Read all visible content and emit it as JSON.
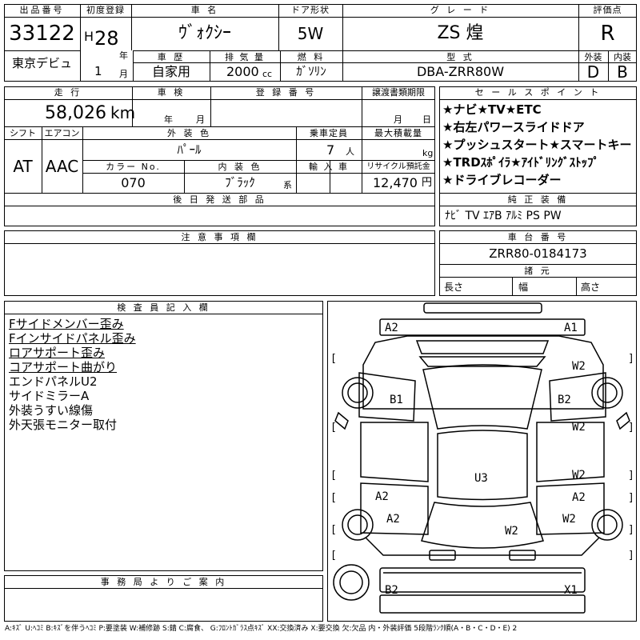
{
  "header": {
    "lot_number_label": "出品番号",
    "lot_number": "33122",
    "first_reg_label": "初度登録",
    "era": "H",
    "year": "28",
    "year_unit": "年",
    "month": "1",
    "month_unit": "月",
    "car_name_label": "車 名",
    "car_name": "ｳﾞｫｸｼｰ",
    "door_label": "ドア形状",
    "door": "5W",
    "grade_label": "グ レ ー ド",
    "grade": "ZS 煌",
    "score_label": "評価点",
    "score": "R",
    "debut": "東京デビュ",
    "history_label": "車 歴",
    "history": "自家用",
    "displacement_label": "排 気 量",
    "displacement": "2000",
    "displacement_unit": "cc",
    "fuel_label": "燃 料",
    "fuel": "ｶﾞｿﾘﾝ",
    "model_label": "型 式",
    "model": "DBA-ZRR80W",
    "exterior_grade_label": "外装",
    "exterior_grade": "D",
    "interior_grade_label": "内装",
    "interior_grade": "B"
  },
  "details": {
    "mileage_label": "走 行",
    "mileage": "58,026",
    "mileage_unit": "km",
    "inspection_label": "車 検",
    "inspection_year_unit": "年",
    "inspection_month_unit": "月",
    "reg_no_label": "登 録 番 号",
    "transfer_label": "譲渡書類期限",
    "transfer_month_unit": "月",
    "transfer_day_unit": "日",
    "shift_label": "シフト",
    "shift": "AT",
    "aircon_label": "エアコン",
    "aircon": "AAC",
    "ext_color_label": "外 装 色",
    "ext_color": "ﾊﾟｰﾙ",
    "seating_label": "乗車定員",
    "seating": "7",
    "seating_unit": "人",
    "load_label": "最大積載量",
    "load_unit": "kg",
    "color_no_label": "カラー No.",
    "color_no": "070",
    "int_color_label": "内 装 色",
    "int_color": "ﾌﾞﾗｯｸ",
    "int_color_unit": "系",
    "import_label": "輸 入 車",
    "recycle_label": "リサイクル預託金",
    "recycle": "12,470",
    "recycle_unit": "円",
    "later_parts_label": "後 日 発 送 部 品"
  },
  "sales_points": {
    "label": "セ ー ル ス ポ イ ン ト",
    "items": [
      "★ナビ★TV★ETC",
      "★右左パワースライドドア",
      "★プッシュスタート★スマートキー",
      "★TRDｽﾎﾟｲﾗ★ｱｲﾄﾞﾘﾝｸﾞｽﾄｯﾌﾟ",
      "★ドライブレコーダー"
    ]
  },
  "equipment": {
    "label": "純 正 装 備",
    "items": "ﾅﾋﾞ  TV  ｴｱB  ｱﾙﾐ  PS  PW"
  },
  "caution": {
    "label": "注 意 事 項 欄"
  },
  "chassis": {
    "label": "車 台 番 号",
    "number": "ZRR80-0184173",
    "dims_label": "諸 元",
    "length_label": "長さ",
    "width_label": "幅",
    "height_label": "高さ"
  },
  "inspector": {
    "label": "検 査 員 記 入 欄",
    "notes": [
      {
        "text": "Fサイドメンバー歪み",
        "underline": true
      },
      {
        "text": "Fインサイドパネル歪み",
        "underline": true
      },
      {
        "text": "ロアサポート歪み",
        "underline": true
      },
      {
        "text": "コアサポート曲がり",
        "underline": true
      },
      {
        "text": "エンドパネルU2",
        "underline": false
      },
      {
        "text": "サイドミラーA",
        "underline": false
      },
      {
        "text": "外装うすい線傷",
        "underline": false
      },
      {
        "text": "外天張モニター取付",
        "underline": false
      }
    ]
  },
  "office": {
    "label": "事 務 局 よ り ご 案 内"
  },
  "diagram": {
    "marks": [
      "A2",
      "A1",
      "W2",
      "B1",
      "B2",
      "W2",
      "U3",
      "W2",
      "A2",
      "A2",
      "A2",
      "W2",
      "W2",
      "B2",
      "X1"
    ],
    "brackets": [
      "[",
      "]",
      "[",
      "]",
      "[",
      "]",
      "[",
      "]",
      "[",
      "]",
      "[",
      "]"
    ]
  },
  "legend": "A:ｷｽﾞ U:ﾍｺﾐ B:ｷｽﾞを伴うﾍｺﾐ P:要塗装 W:補修跡 S:錆 C:腐食、 G:ﾌﾛﾝﾄｶﾞﾗｽ点ｷｽﾞ XX:交換済み X:要交換 欠:欠品 内・外装評価 5段階ﾗﾝｸ順(A・B・C・D・E) 2"
}
